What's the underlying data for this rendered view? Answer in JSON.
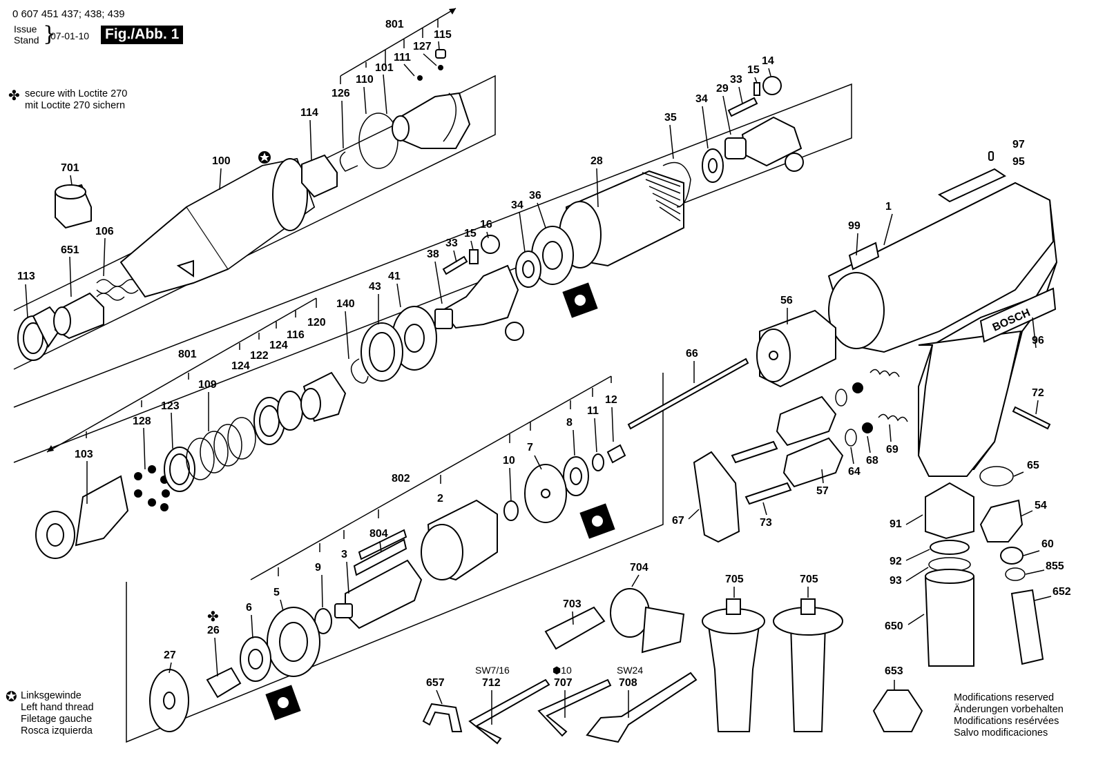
{
  "header": {
    "part_numbers": "0 607 451 437; 438; 439",
    "issue_label": "Issue",
    "stand_label": "Stand",
    "date": "07-01-10",
    "figure": "Fig./Abb. 1"
  },
  "notes": {
    "loctite_symbol": "✤",
    "loctite": [
      "secure with Loctite 270",
      "mit Loctite 270 sichern"
    ],
    "left_hand_symbol": "✪",
    "left_hand": [
      "Linksgewinde",
      "Left hand thread",
      "Filetage gauche",
      "Rosca izquierda"
    ],
    "modifications": [
      "Modifications reserved",
      "Änderungen vorbehalten",
      "Modifications resérvées",
      "Salvo modificaciones"
    ]
  },
  "brand": "BOSCH",
  "part_labels": {
    "p801a": "801",
    "p115": "115",
    "p127": "127",
    "p111": "111",
    "p101": "101",
    "p110": "110",
    "p126": "126",
    "p114": "114",
    "p100": "100",
    "p701": "701",
    "p106": "106",
    "p651": "651",
    "p113": "113",
    "p35": "35",
    "p34a": "34",
    "p29": "29",
    "p33a": "33",
    "p15a": "15",
    "p14": "14",
    "p28": "28",
    "p34b": "34",
    "p36": "36",
    "p33b": "33",
    "p15b": "15",
    "p16": "16",
    "p38": "38",
    "p43": "43",
    "p41": "41",
    "p140": "140",
    "p801b": "801",
    "p109": "109",
    "p124a": "124",
    "p122": "122",
    "p124b": "124",
    "p116": "116",
    "p120": "120",
    "p128": "128",
    "p123": "123",
    "p103": "103",
    "p97": "97",
    "p95": "95",
    "p1": "1",
    "p99": "99",
    "p96": "96",
    "p56": "56",
    "p66": "66",
    "p72": "72",
    "p69": "69",
    "p68": "68",
    "p64": "64",
    "p57": "57",
    "p73": "73",
    "p67": "67",
    "p65": "65",
    "p54": "54",
    "p60": "60",
    "p855": "855",
    "p652": "652",
    "p91": "91",
    "p92": "92",
    "p93": "93",
    "p650": "650",
    "p653": "653",
    "p802": "802",
    "p2": "2",
    "p10": "10",
    "p7": "7",
    "p8": "8",
    "p11": "11",
    "p12": "12",
    "p804": "804",
    "p3": "3",
    "p9": "9",
    "p5": "5",
    "p6": "6",
    "p26": "26",
    "p27": "27",
    "p704": "704",
    "p703": "703",
    "p705a": "705",
    "p705b": "705",
    "p657": "657",
    "p712": "712",
    "p707": "707",
    "p708": "708",
    "sw716": "SW7/16",
    "hex10": "⬢10",
    "sw24": "SW24"
  }
}
